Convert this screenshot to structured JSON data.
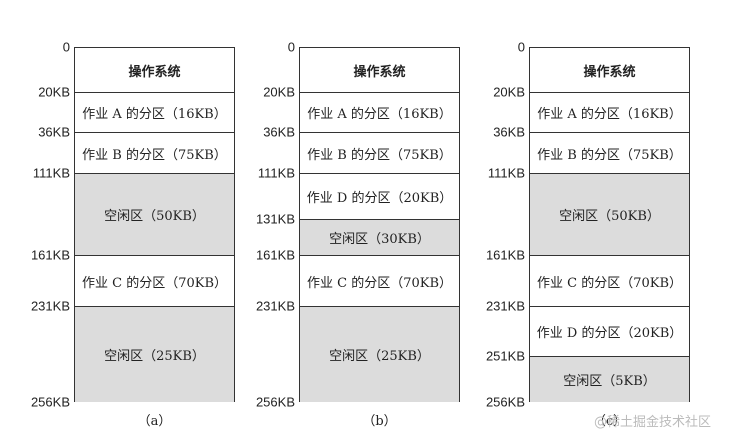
{
  "diagram": {
    "columns": [
      {
        "caption": "（a）",
        "segments": [
          {
            "label": "操作系统",
            "start": 0,
            "end": 20,
            "type": "os"
          },
          {
            "label": "作业 A 的分区（16KB）",
            "start": 20,
            "end": 36,
            "type": "job"
          },
          {
            "label": "作业 B 的分区（75KB）",
            "start": 36,
            "end": 111,
            "type": "job"
          },
          {
            "label": "空闲区（50KB）",
            "start": 111,
            "end": 161,
            "type": "free"
          },
          {
            "label": "作业 C 的分区（70KB）",
            "start": 161,
            "end": 231,
            "type": "job"
          },
          {
            "label": "空闲区（25KB）",
            "start": 231,
            "end": 256,
            "type": "free"
          }
        ],
        "ticks": [
          "0",
          "20KB",
          "36KB",
          "111KB",
          "161KB",
          "231KB",
          "256KB"
        ]
      },
      {
        "caption": "（b）",
        "segments": [
          {
            "label": "操作系统",
            "start": 0,
            "end": 20,
            "type": "os"
          },
          {
            "label": "作业 A 的分区（16KB）",
            "start": 20,
            "end": 36,
            "type": "job"
          },
          {
            "label": "作业 B 的分区（75KB）",
            "start": 36,
            "end": 111,
            "type": "job"
          },
          {
            "label": "作业 D 的分区（20KB）",
            "start": 111,
            "end": 131,
            "type": "job"
          },
          {
            "label": "空闲区（30KB）",
            "start": 131,
            "end": 161,
            "type": "free"
          },
          {
            "label": "作业 C 的分区（70KB）",
            "start": 161,
            "end": 231,
            "type": "job"
          },
          {
            "label": "空闲区（25KB）",
            "start": 231,
            "end": 256,
            "type": "free"
          }
        ],
        "ticks": [
          "0",
          "20KB",
          "36KB",
          "111KB",
          "131KB",
          "161KB",
          "231KB",
          "256KB"
        ]
      },
      {
        "caption": "（c）",
        "segments": [
          {
            "label": "操作系统",
            "start": 0,
            "end": 20,
            "type": "os"
          },
          {
            "label": "作业 A 的分区（16KB）",
            "start": 20,
            "end": 36,
            "type": "job"
          },
          {
            "label": "作业 B 的分区（75KB）",
            "start": 36,
            "end": 111,
            "type": "job"
          },
          {
            "label": "空闲区（50KB）",
            "start": 111,
            "end": 161,
            "type": "free"
          },
          {
            "label": "作业 C 的分区（70KB）",
            "start": 161,
            "end": 231,
            "type": "job"
          },
          {
            "label": "作业 D 的分区（20KB）",
            "start": 231,
            "end": 251,
            "type": "job"
          },
          {
            "label": "空闲区（5KB）",
            "start": 251,
            "end": 256,
            "type": "free"
          }
        ],
        "ticks": [
          "0",
          "20KB",
          "36KB",
          "111KB",
          "161KB",
          "231KB",
          "251KB",
          "256KB"
        ]
      }
    ],
    "colors": {
      "free": "#dcdcdc",
      "border": "#333333"
    }
  },
  "watermark": "@稀土掘金技术社区"
}
